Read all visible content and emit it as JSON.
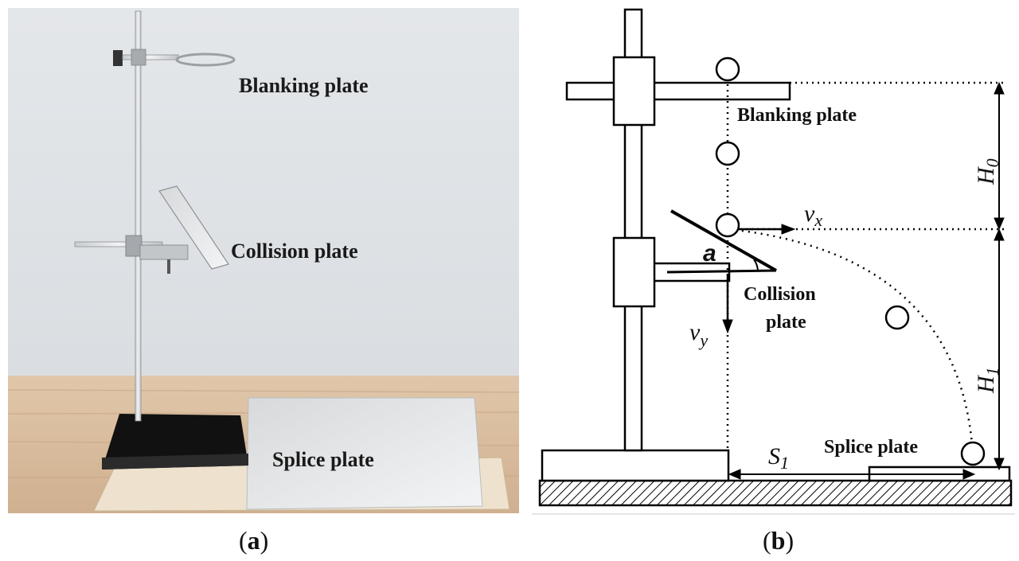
{
  "panel_a": {
    "labels": {
      "blanking_plate": "Blanking plate",
      "collision_plate": "Collision plate",
      "splice_plate": "Splice plate"
    },
    "caption_letter": "a"
  },
  "panel_b": {
    "labels": {
      "blanking_plate": "Blanking plate",
      "collision_plate_line1": "Collision",
      "collision_plate_line2": "plate",
      "splice_plate": "Splice plate"
    },
    "symbols": {
      "h0": "H",
      "h0_sub": "0",
      "h1": "H",
      "h1_sub": "1",
      "vx": "v",
      "vx_sub": "x",
      "vy": "v",
      "vy_sub": "y",
      "s1": "S",
      "s1_sub": "1",
      "alpha": "a"
    },
    "caption_letter": "b"
  },
  "caption_open": "(",
  "caption_close": ")",
  "colors": {
    "wall": "#dde1e5",
    "table_wood": "#d9bfa2",
    "line": "#000000"
  }
}
